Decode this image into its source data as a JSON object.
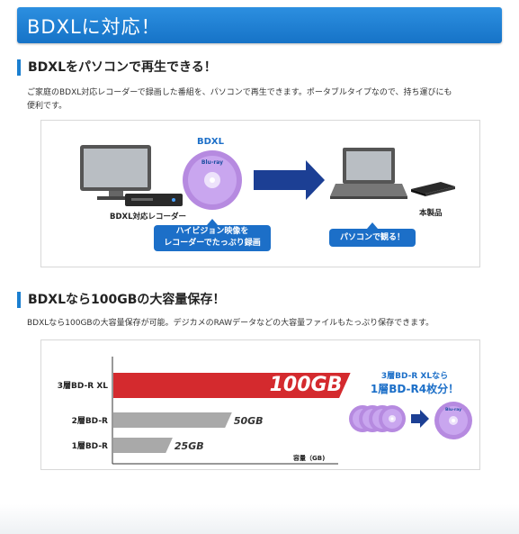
{
  "banner": {
    "title": "BDXLに対応！"
  },
  "section1": {
    "heading": "BDXLをパソコンで再生できる！",
    "body_line1": "ご家庭のBDXL対応レコーダーで録画した番組を、パソコンで再生できます。ポータブルタイプなので、持ち運びにも",
    "body_line2": "便利です。",
    "diagram": {
      "disc_label": "BDXL",
      "recorder_label": "BDXL対応レコーダー",
      "product_label": "本製品",
      "bubble_left_line1": "ハイビジョン映像を",
      "bubble_left_line2": "レコーダーでたっぷり録画",
      "bubble_right": "パソコンで観る！"
    }
  },
  "section2": {
    "heading": "BDXLなら100GBの大容量保存！",
    "body": "BDXLなら100GBの大容量保存が可能。デジカメのRAWデータなどの大容量ファイルもたっぷり保存できます。",
    "axis_label": "容量（GB)",
    "callout_line1": "3層BD-R  XLなら",
    "callout_line2": "1層BD-R4枚分！",
    "colors": {
      "highlight": "#d42a2e",
      "normal": "#a9a9a9",
      "accent": "#1c6fc8"
    }
  },
  "chart_data": {
    "type": "bar",
    "orientation": "horizontal",
    "categories": [
      "3層BD-R  XL",
      "2層BD-R",
      "1層BD-R"
    ],
    "values": [
      100,
      50,
      25
    ],
    "value_labels": [
      "100GB",
      "50GB",
      "25GB"
    ],
    "xlabel": "容量（GB)",
    "xlim": [
      0,
      110
    ]
  }
}
